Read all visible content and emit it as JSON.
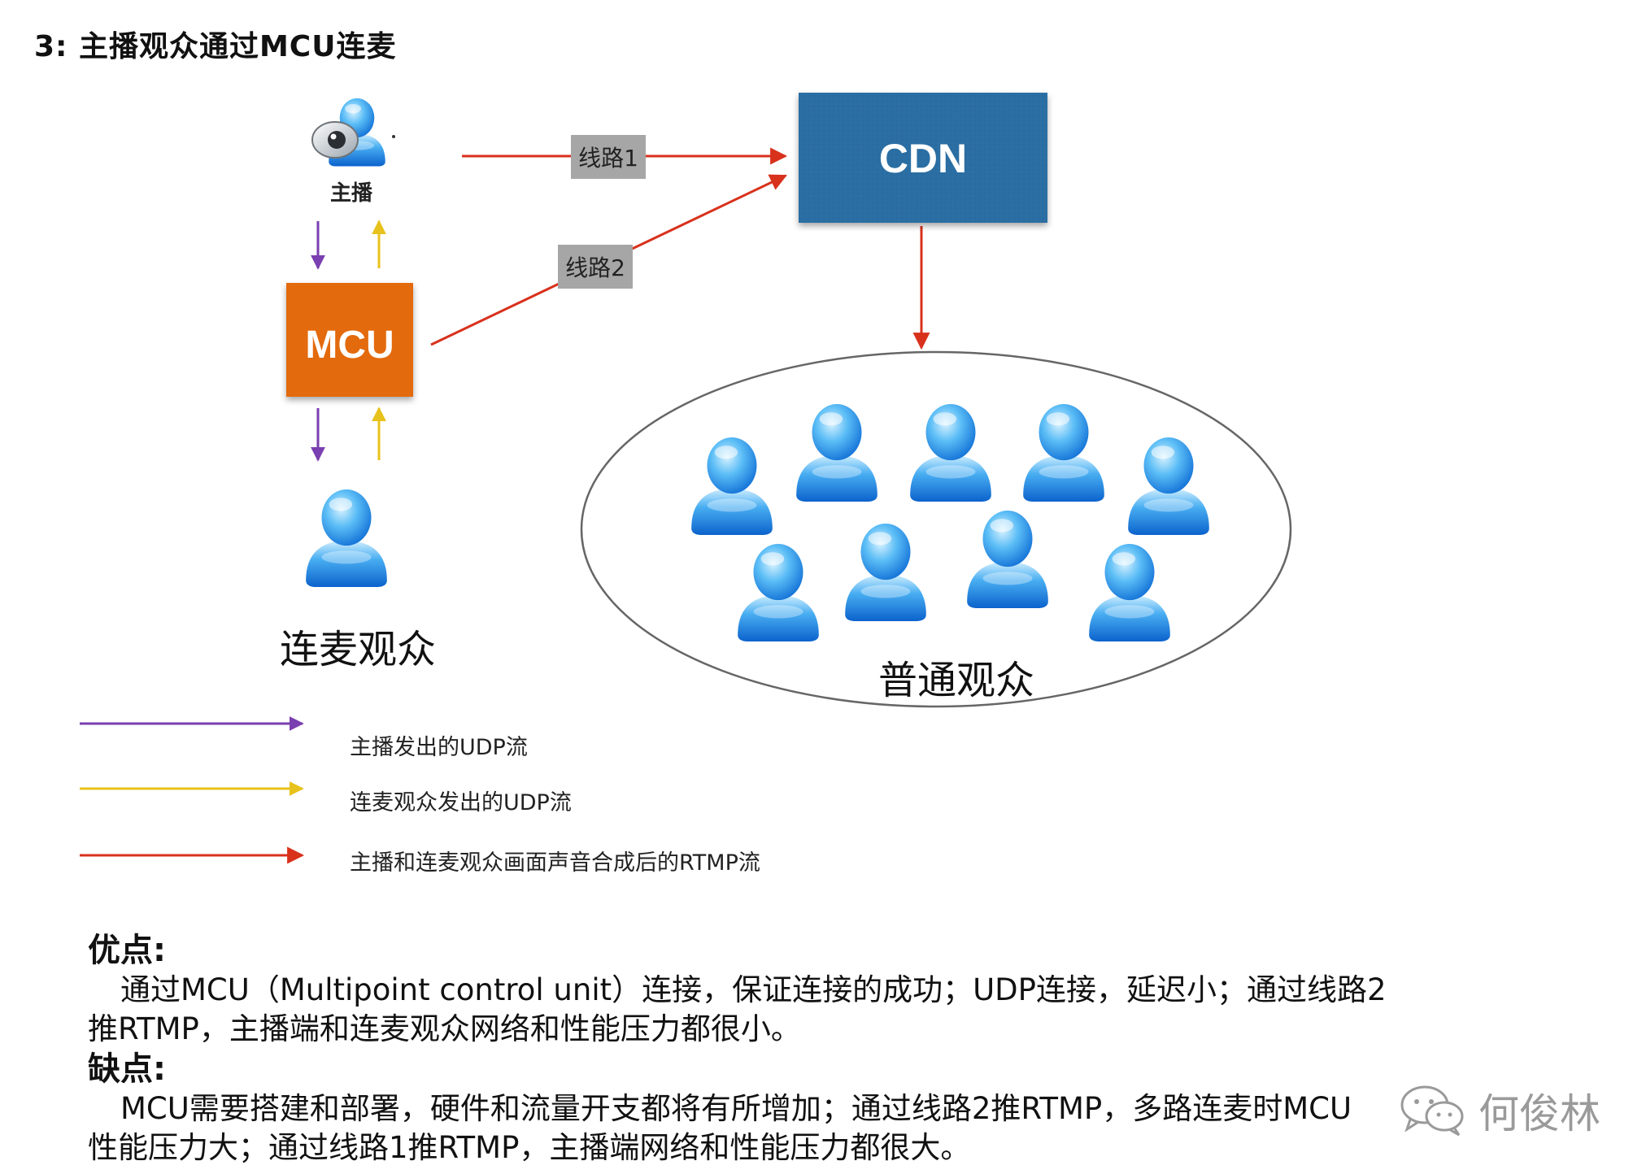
{
  "title": "3: 主播观众通过MCU连麦",
  "nodes": {
    "anchor_label": "主播",
    "mcu_label": "MCU",
    "cdn_label": "CDN",
    "link_viewers_label": "连麦观众",
    "normal_viewers_label": "普通观众"
  },
  "routes": {
    "route1": "线路1",
    "route2": "线路2"
  },
  "legend": [
    {
      "label": "主播发出的UDP流",
      "color": "#7a3fb0"
    },
    {
      "label": "连麦观众发出的UDP流",
      "color": "#e8c21c"
    },
    {
      "label": "主播和连麦观众画面声音合成后的RTMP流",
      "color": "#d8311c"
    }
  ],
  "pros": {
    "heading": "优点:",
    "text": "通过MCU（Multipoint control unit）连接，保证连接的成功；UDP连接，延迟小；通过线路2推RTMP，主播端和连麦观众网络和性能压力都很小。"
  },
  "cons": {
    "heading": "缺点:",
    "text": "MCU需要搭建和部署，硬件和流量开支都将有所增加；通过线路2推RTMP，多路连麦时MCU性能压力大；通过线路1推RTMP，主播端网络和性能压力都很大。"
  },
  "watermark": "何俊林",
  "colors": {
    "cdn": "#2a6ca0",
    "mcu": "#e36a10",
    "route_tag": "#a6a6a6",
    "purple": "#7a3fb0",
    "yellow": "#e8c21c",
    "red": "#d8311c"
  },
  "icons": {
    "anchor": "webcam-user-icon",
    "viewer": "user-icon",
    "watermark": "wechat-icon"
  }
}
